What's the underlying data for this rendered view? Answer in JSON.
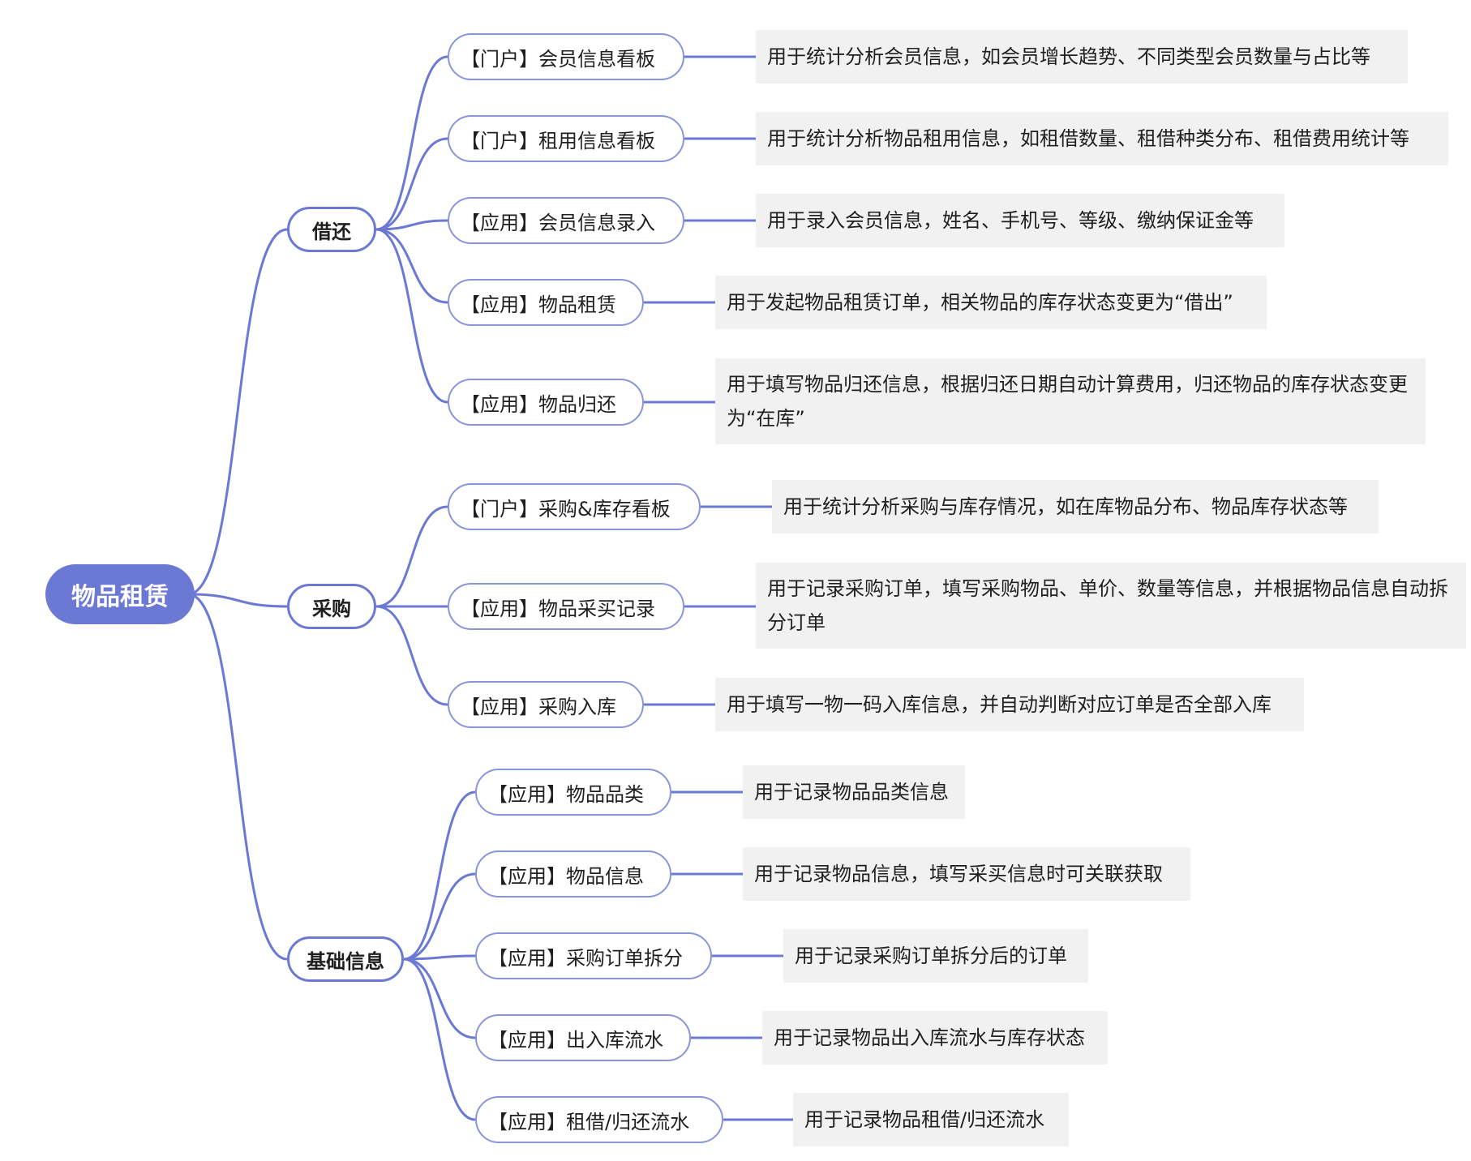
{
  "root": {
    "label": "物品租赁"
  },
  "branches": [
    {
      "label": "借还",
      "children": [
        {
          "label": "【门户】会员信息看板",
          "desc": "用于统计分析会员信息，如会员增长趋势、不同类型会员数量与占比等"
        },
        {
          "label": "【门户】租用信息看板",
          "desc": "用于统计分析物品租用信息，如租借数量、租借种类分布、租借费用统计等"
        },
        {
          "label": "【应用】会员信息录入",
          "desc": "用于录入会员信息，姓名、手机号、等级、缴纳保证金等"
        },
        {
          "label": "【应用】物品租赁",
          "desc": "用于发起物品租赁订单，相关物品的库存状态变更为“借出”"
        },
        {
          "label": "【应用】物品归还",
          "desc": "用于填写物品归还信息，根据归还日期自动计算费用，归还物品的库存状态变更为“在库”"
        }
      ]
    },
    {
      "label": "采购",
      "children": [
        {
          "label": "【门户】采购&库存看板",
          "desc": "用于统计分析采购与库存情况，如在库物品分布、物品库存状态等"
        },
        {
          "label": "【应用】物品采买记录",
          "desc": "用于记录采购订单，填写采购物品、单价、数量等信息，并根据物品信息自动拆分订单"
        },
        {
          "label": "【应用】采购入库",
          "desc": "用于填写一物一码入库信息，并自动判断对应订单是否全部入库"
        }
      ]
    },
    {
      "label": "基础信息",
      "children": [
        {
          "label": "【应用】物品品类",
          "desc": "用于记录物品品类信息"
        },
        {
          "label": "【应用】物品信息",
          "desc": "用于记录物品信息，填写采买信息时可关联获取"
        },
        {
          "label": "【应用】采购订单拆分",
          "desc": "用于记录采购订单拆分后的订单"
        },
        {
          "label": "【应用】出入库流水",
          "desc": "用于记录物品出入库流水与库存状态"
        },
        {
          "label": "【应用】租借/归还流水",
          "desc": "用于记录物品租借/归还流水"
        }
      ]
    }
  ]
}
